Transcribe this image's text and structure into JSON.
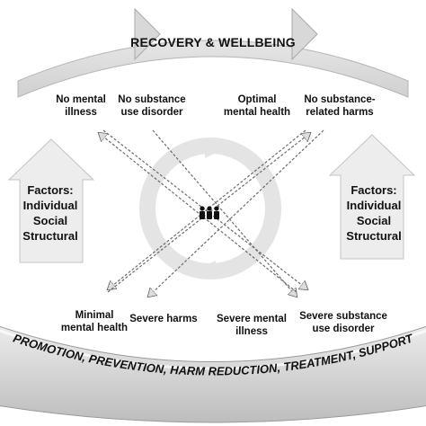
{
  "diagram": {
    "title": "RECOVERY & WELLBEING",
    "bottom_text": "PROMOTION, PREVENTION, HARM REDUCTION, TREATMENT, SUPPORT",
    "top_labels": [
      {
        "text": "No mental\nillness"
      },
      {
        "text": "No substance\nuse disorder"
      },
      {
        "text": "Optimal\nmental health"
      },
      {
        "text": "No substance-\nrelated harms"
      }
    ],
    "bottom_labels": [
      {
        "text": "Minimal\nmental health"
      },
      {
        "text": "Severe harms"
      },
      {
        "text": "Severe mental\nillness"
      },
      {
        "text": "Severe substance\nuse disorder"
      }
    ],
    "left_factors": "Factors:\nIndividual\nSocial\nStructural",
    "right_factors": "Factors:\nIndividual\nSocial\nStructural",
    "center_icon": "people-group-icon",
    "colors": {
      "arc_fill": "#c9c9c9",
      "arc_light": "#ebebeb",
      "arrow_fill": "#ececec",
      "text": "#111111"
    }
  }
}
